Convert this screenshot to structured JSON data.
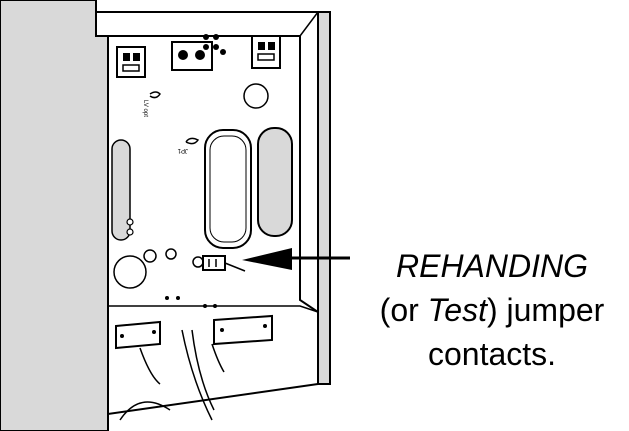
{
  "callout": {
    "line1_emph": "REHANDING",
    "line2_open": "(or ",
    "line2_emph": "Test",
    "line2_close": ") jumper",
    "line3": "contacts."
  },
  "board_labels": {
    "lv_opt": "LV opt",
    "jp1": "JP1"
  },
  "colors": {
    "stroke": "#000000",
    "shade": "#d9d9d9",
    "panel": "#ffffff"
  }
}
